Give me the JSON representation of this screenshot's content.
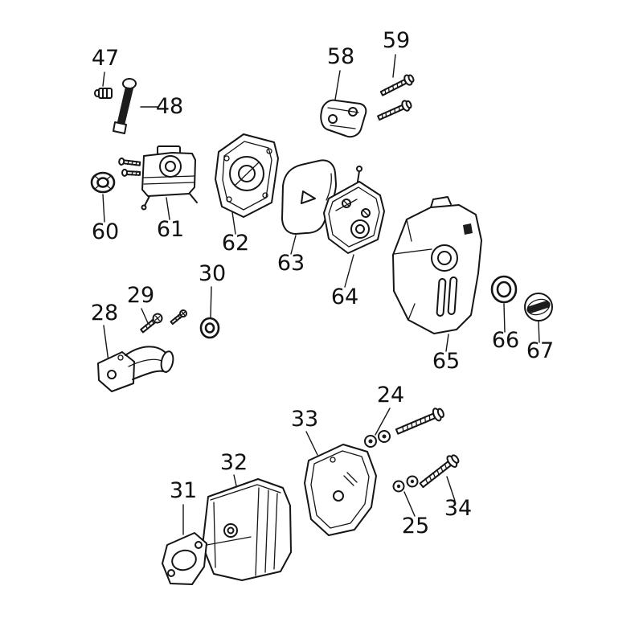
{
  "colors": {
    "background": "#ffffff",
    "line": "#151515"
  },
  "diagram": {
    "callouts": {
      "c24": "24",
      "c25": "25",
      "c28": "28",
      "c29": "29",
      "c30": "30",
      "c31": "31",
      "c32": "32",
      "c33": "33",
      "c34": "34",
      "c47": "47",
      "c48": "48",
      "c58": "58",
      "c59": "59",
      "c60": "60",
      "c61": "61",
      "c62": "62",
      "c63": "63",
      "c64": "64",
      "c65": "65",
      "c66": "66",
      "c67": "67"
    }
  }
}
